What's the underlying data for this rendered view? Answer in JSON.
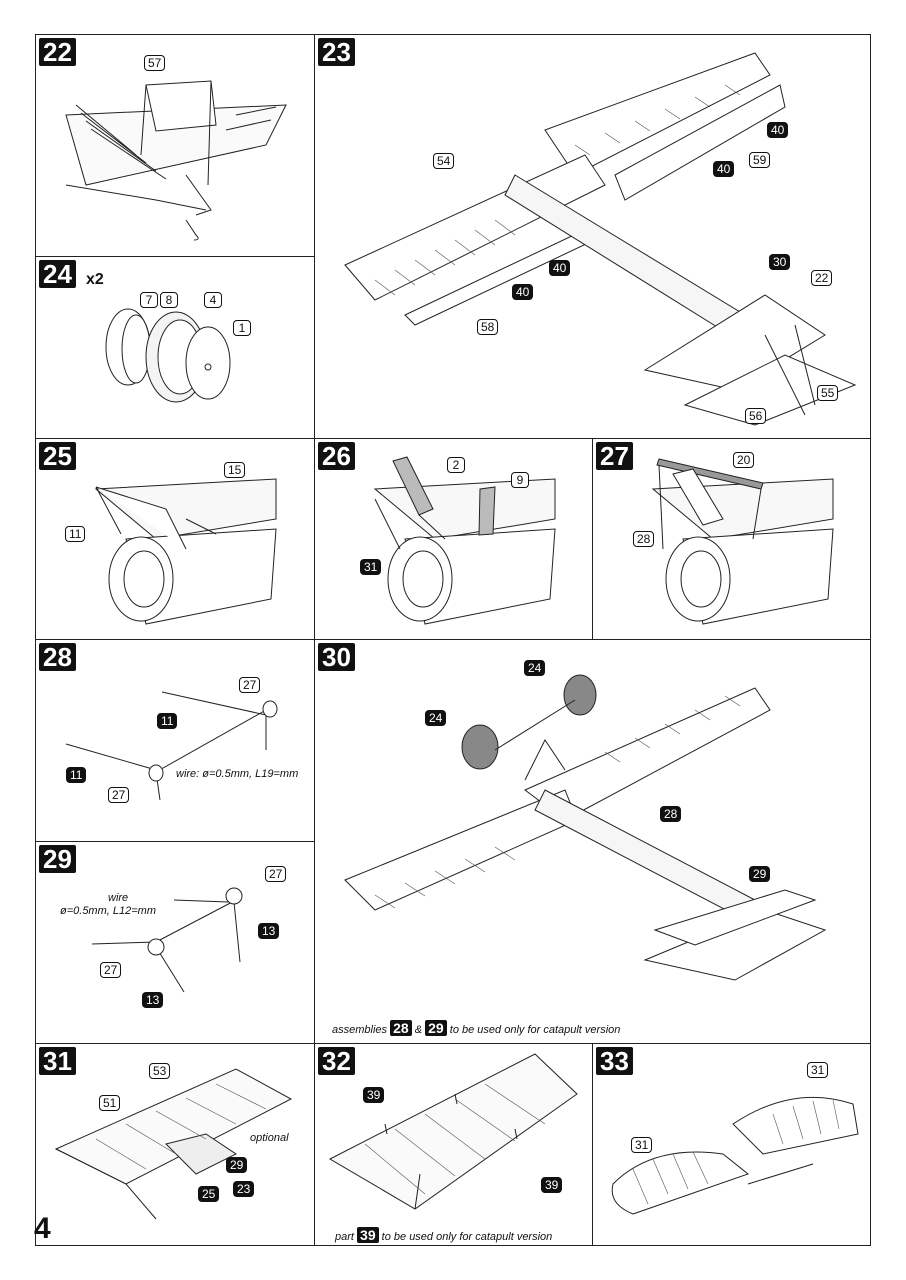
{
  "page": {
    "number": "4"
  },
  "steps": {
    "s22": {
      "label": "22",
      "parts": [
        "57"
      ]
    },
    "s23": {
      "label": "23",
      "parts": [
        "54",
        "40",
        "59",
        "40",
        "40",
        "40",
        "58",
        "30",
        "22",
        "55",
        "56"
      ]
    },
    "s24": {
      "label": "24",
      "multiplier": "x2",
      "parts": [
        "7",
        "8",
        "4",
        "1"
      ]
    },
    "s25": {
      "label": "25",
      "parts": [
        "15",
        "11"
      ]
    },
    "s26": {
      "label": "26",
      "parts": [
        "2",
        "9",
        "31"
      ]
    },
    "s27": {
      "label": "27",
      "parts": [
        "20",
        "28"
      ]
    },
    "s28": {
      "label": "28",
      "parts": [
        "27",
        "11",
        "11",
        "27"
      ],
      "wire_note": "wire: ø=0.5mm, L19=mm"
    },
    "s29": {
      "label": "29",
      "parts": [
        "27",
        "13",
        "27",
        "13"
      ],
      "wire_note_1": "wire",
      "wire_note_2": "ø=0.5mm, L12=mm"
    },
    "s30": {
      "label": "30",
      "parts": [
        "24",
        "24",
        "28",
        "29"
      ],
      "note_pre": "assemblies",
      "note_ref1": "28",
      "note_mid": "&",
      "note_ref2": "29",
      "note_post": "to be used only for catapult version"
    },
    "s31": {
      "label": "31",
      "parts": [
        "53",
        "51",
        "29",
        "23",
        "25"
      ],
      "optional": "optional"
    },
    "s32": {
      "label": "32",
      "parts": [
        "39",
        "39"
      ],
      "note_pre": "part",
      "note_ref": "39",
      "note_post": "to be used only for catapult version"
    },
    "s33": {
      "label": "33",
      "parts": [
        "31",
        "31"
      ]
    }
  }
}
